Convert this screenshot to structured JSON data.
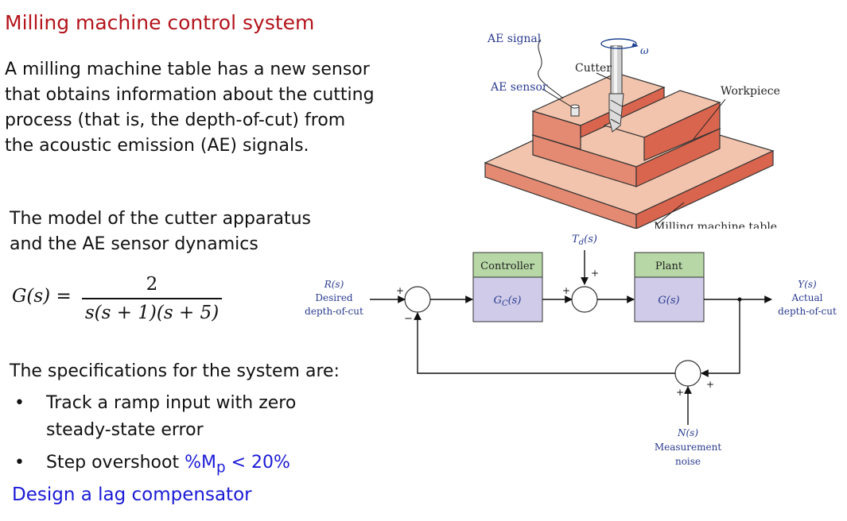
{
  "slide": {
    "title": "Milling machine control system",
    "intro_lines": [
      "A milling machine table has a new sensor",
      "that obtains information about the cutting",
      "process (that is, the depth-of-cut) from",
      "the acoustic emission (AE) signals."
    ],
    "model_lines": [
      "The model of the cutter apparatus",
      "and the AE sensor dynamics"
    ],
    "formula": {
      "lhs": "G(s)",
      "eq": "=",
      "numerator": "2",
      "denominator": "s(s + 1)(s + 5)"
    },
    "spec_heading": "The specifications for the system are:",
    "bullets": [
      {
        "marker": "•",
        "lines": [
          "Track a ramp input with zero",
          "steady-state error"
        ]
      },
      {
        "marker": "•",
        "text_prefix": "Step overshoot ",
        "highlight": "%M",
        "highlight_sub": "p",
        "highlight_suffix": " < 20%"
      }
    ],
    "design_task": "Design a lag compensator",
    "colors": {
      "title": "#b3141c",
      "accent": "#1a1ad6"
    }
  },
  "figure": {
    "labels": {
      "ae_signal": "AE signal",
      "cutter": "Cutter",
      "omega": "ω",
      "ae_sensor": "AE sensor",
      "workpiece": "Workpiece",
      "table": "Milling machine table"
    },
    "colors": {
      "top": "#f2c4ad",
      "side_dark": "#d9654e",
      "side_mid": "#e58a72",
      "edge": "#333333"
    }
  },
  "block_diagram": {
    "disturbance": "T_d(s)",
    "controller_title": "Controller",
    "controller_tf": "G_c(s)",
    "plant_title": "Plant",
    "plant_tf": "G(s)",
    "input": [
      "R(s)",
      "Desired",
      "depth-of-cut"
    ],
    "output": [
      "Y(s)",
      "Actual",
      "depth-of-cut"
    ],
    "noise": [
      "N(s)",
      "Measurement",
      "noise"
    ],
    "signs": {
      "sum1_in": "+",
      "sum1_fb": "−",
      "sum2_in": "+",
      "sum2_dist": "+",
      "sum3_out": "+",
      "sum3_noise": "+"
    },
    "colors": {
      "header_fill": "#b7d8a6",
      "body_fill": "#cfcbe8",
      "label": "#2a3b8f"
    }
  }
}
